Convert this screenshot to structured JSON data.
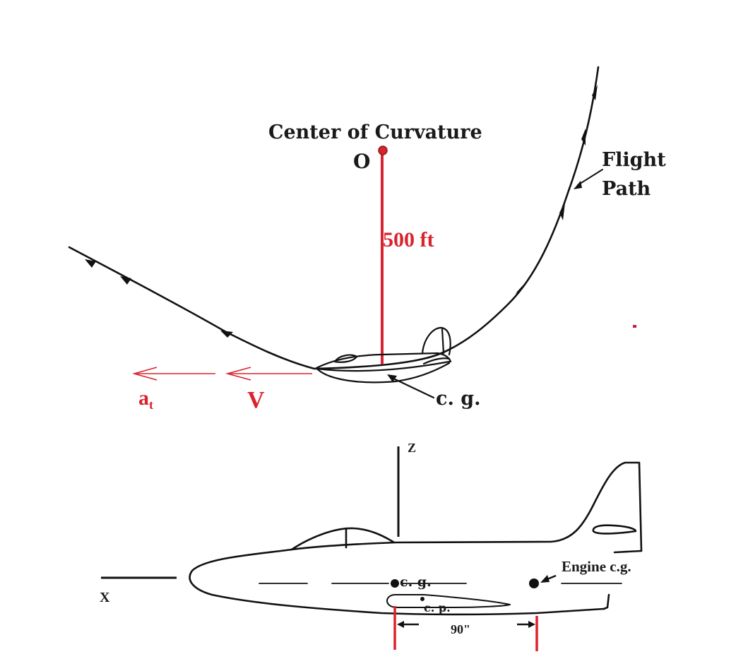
{
  "colors": {
    "ink": "#111111",
    "annotation_red": "#d9232e",
    "background": "#ffffff"
  },
  "top_figure": {
    "center_label": "Center of Curvature",
    "center_point_label": "O",
    "radius_label": "500 ft",
    "flight_path_label_line1": "Flight",
    "flight_path_label_line2": "Path",
    "cg_label": "c. g.",
    "velocity_label": "V",
    "tangential_accel_label": "a",
    "tangential_accel_subscript": "t"
  },
  "bottom_figure": {
    "z_axis_label": "Z",
    "x_axis_label": "X",
    "cg_label": "c. g.",
    "cp_label": "c. p.",
    "engine_cg_label": "Engine c.g.",
    "distance_label": "90\""
  }
}
